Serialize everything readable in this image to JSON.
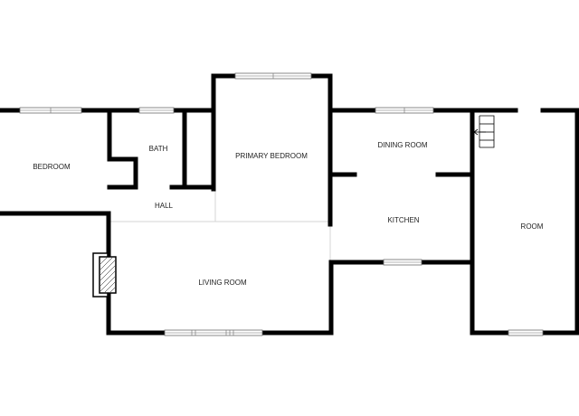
{
  "floor_plan": {
    "rooms": {
      "bedroom": "BEDROOM",
      "bath": "BATH",
      "primary_bedroom": "PRIMARY BEDROOM",
      "hall": "HALL",
      "dining_room": "DINING ROOM",
      "kitchen": "KITCHEN",
      "room": "ROOM",
      "living_room": "LIVING ROOM"
    },
    "colors": {
      "wall": "#000000",
      "window": "#6b6b6b",
      "background": "#ffffff"
    }
  }
}
